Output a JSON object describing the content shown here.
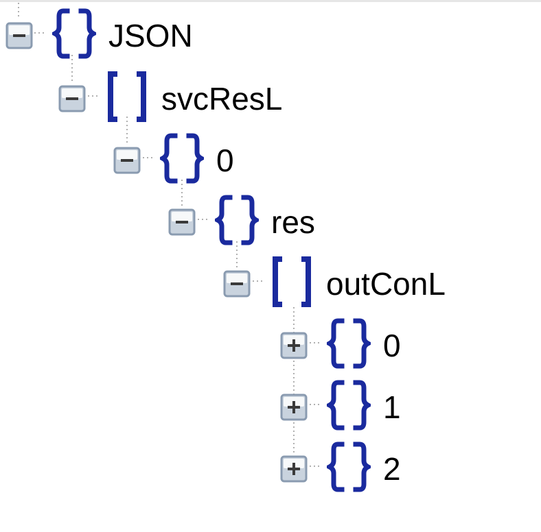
{
  "tree": {
    "nodes": [
      {
        "label": "JSON",
        "type": "object",
        "toggle": "collapse"
      },
      {
        "label": "svcResL",
        "type": "array",
        "toggle": "collapse"
      },
      {
        "label": "0",
        "type": "object",
        "toggle": "collapse"
      },
      {
        "label": "res",
        "type": "object",
        "toggle": "collapse"
      },
      {
        "label": "outConL",
        "type": "array",
        "toggle": "collapse"
      },
      {
        "label": "0",
        "type": "object",
        "toggle": "expand"
      },
      {
        "label": "1",
        "type": "object",
        "toggle": "expand"
      },
      {
        "label": "2",
        "type": "object",
        "toggle": "expand"
      }
    ]
  },
  "icons": {
    "collapse": "minus-box-icon",
    "expand": "plus-box-icon",
    "object": "curly-braces-icon",
    "array": "square-brackets-icon"
  },
  "colors": {
    "bracket": "#1a2a9e",
    "toggle_border": "#8a9bb0",
    "toggle_fill_top": "#ffffff",
    "toggle_fill_bottom": "#c9d3de",
    "connector": "#b0b0b0"
  }
}
